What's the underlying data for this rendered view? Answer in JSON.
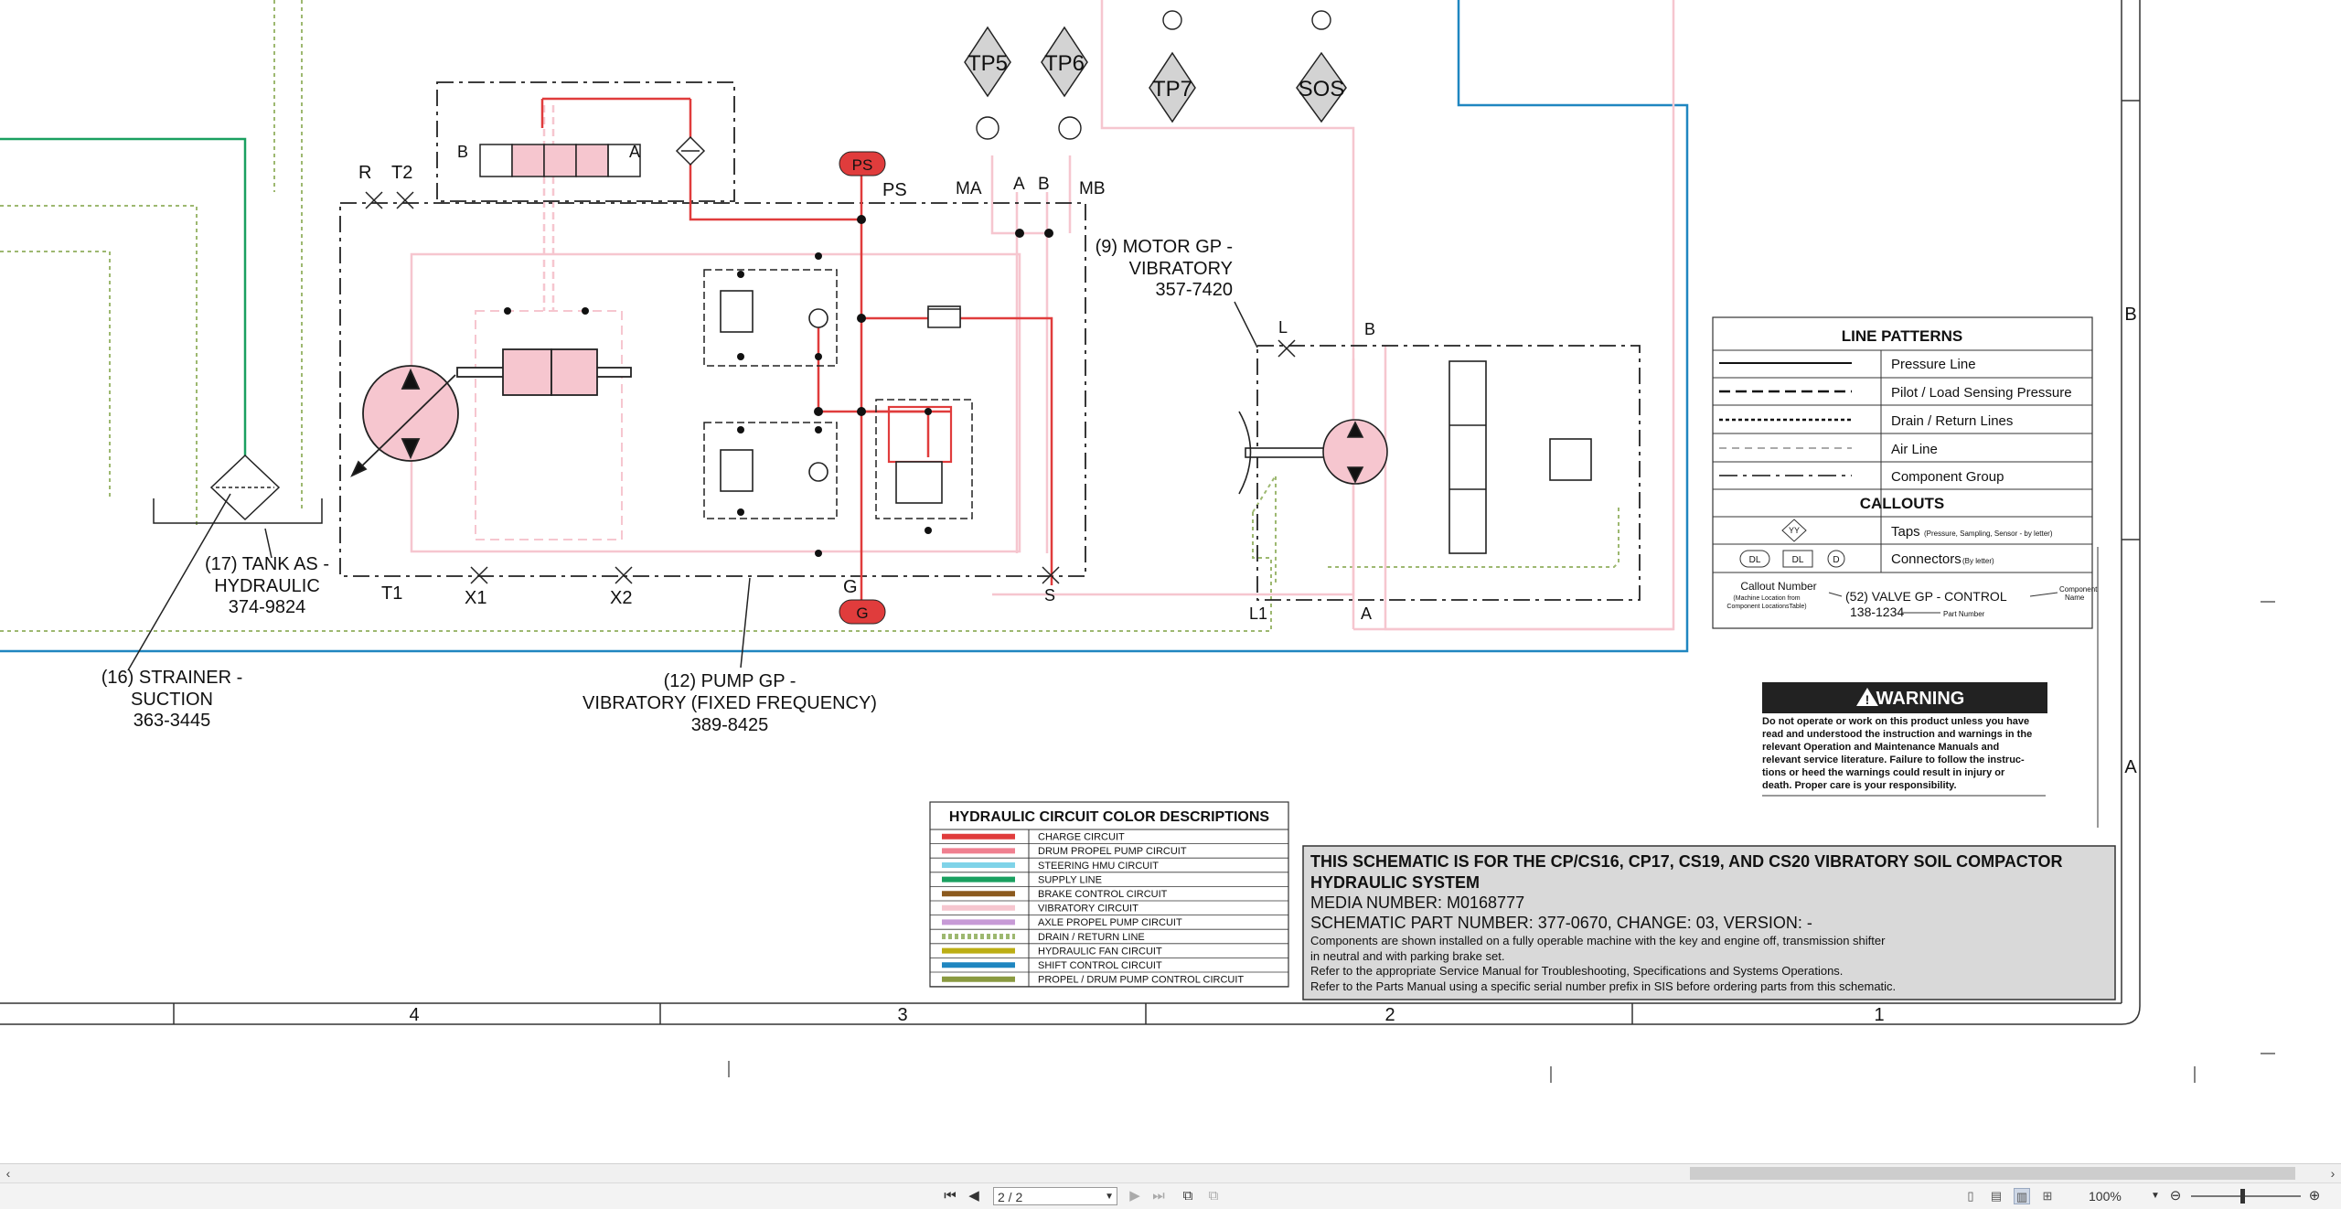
{
  "schematic": {
    "taps": [
      "TP5",
      "TP6",
      "TP7",
      "SOS"
    ],
    "ports": {
      "R": "R",
      "T2": "T2",
      "T1": "T1",
      "X1": "X1",
      "X2": "X2",
      "S": "S",
      "PS": "PS",
      "G": "G",
      "MA": "MA",
      "A": "A",
      "B": "B",
      "MB": "MB",
      "L": "L",
      "L1": "L1",
      "valve_B": "B",
      "valve_A": "A",
      "motor_B": "B",
      "motor_A": "A"
    },
    "components": {
      "motor": [
        "(9) MOTOR GP -",
        "VIBRATORY",
        "357-7420"
      ],
      "tank": [
        "(17) TANK AS -",
        "HYDRAULIC",
        "374-9824"
      ],
      "strainer": [
        "(16) STRAINER -",
        "SUCTION",
        "363-3445"
      ],
      "pump": [
        "(12) PUMP GP -",
        "VIBRATORY (FIXED FREQUENCY)",
        "389-8425"
      ]
    },
    "line_patterns": {
      "title": "LINE PATTERNS",
      "items": [
        "Pressure Line",
        "Pilot / Load Sensing Pressure",
        "Drain / Return Lines",
        "Air Line",
        "Component Group"
      ],
      "callouts_title": "CALLOUTS",
      "taps_label": "Taps",
      "taps_note": "(Pressure, Sampling, Sensor - by letter)",
      "tap_symbol": "YY",
      "connectors_label": "Connectors",
      "connectors_note": "(By letter)",
      "connector_symbols": [
        "DL",
        "DL",
        "D"
      ],
      "callout_number": "Callout Number",
      "callout_number_note1": "(Machine Location from",
      "callout_number_note2": "Component LocationsTable)",
      "example_name": "(52) VALVE GP - CONTROL",
      "example_part": "138-1234",
      "component_name": "Component",
      "component_name2": "Name",
      "part_number": "Part Number"
    },
    "warning": {
      "title": "WARNING",
      "lines": [
        "Do not operate or work on this product unless you have",
        "read and understood the instruction and warnings in the",
        "relevant Operation and Maintenance Manuals and",
        "relevant service literature. Failure to follow the instruc-",
        "tions or heed the warnings could result in injury or",
        "death. Proper care is your responsibility."
      ]
    },
    "color_table": {
      "title": "HYDRAULIC CIRCUIT COLOR DESCRIPTIONS",
      "rows": [
        {
          "label": "CHARGE CIRCUIT",
          "color": "#e03c3c",
          "style": "solid"
        },
        {
          "label": "DRUM PROPEL PUMP CIRCUIT",
          "color": "#f08090",
          "style": "solid"
        },
        {
          "label": "STEERING HMU CIRCUIT",
          "color": "#7fd3e8",
          "style": "solid"
        },
        {
          "label": "SUPPLY LINE",
          "color": "#1aa060",
          "style": "solid"
        },
        {
          "label": "BRAKE CONTROL CIRCUIT",
          "color": "#8c5a1e",
          "style": "solid"
        },
        {
          "label": "VIBRATORY CIRCUIT",
          "color": "#f6c6cf",
          "style": "solid"
        },
        {
          "label": "AXLE PROPEL PUMP CIRCUIT",
          "color": "#c79ad6",
          "style": "solid"
        },
        {
          "label": "DRAIN / RETURN LINE",
          "color": "#9db870",
          "style": "dotted"
        },
        {
          "label": "HYDRAULIC FAN CIRCUIT",
          "color": "#bcae14",
          "style": "solid"
        },
        {
          "label": "SHIFT CONTROL CIRCUIT",
          "color": "#1f86c0",
          "style": "solid"
        },
        {
          "label": "PROPEL / DRUM PUMP CONTROL CIRCUIT",
          "color": "#8a9a40",
          "style": "solid"
        }
      ]
    },
    "title_block": {
      "line1": "THIS SCHEMATIC IS FOR THE CP/CS16, CP17, CS19, AND CS20 VIBRATORY SOIL COMPACTOR",
      "line2": "HYDRAULIC SYSTEM",
      "line3": "MEDIA NUMBER: M0168777",
      "line4": "SCHEMATIC PART NUMBER: 377-0670, CHANGE: 03, VERSION: -",
      "line5": "Components are shown installed on a fully operable machine with the key and engine off, transmission shifter",
      "line6": "in neutral and with parking brake set.",
      "line7": "Refer to the appropriate Service Manual for Troubleshooting, Specifications and Systems Operations.",
      "line8": "Refer to the Parts Manual using a specific serial number prefix in SIS before ordering parts from this schematic."
    },
    "grid_columns": [
      "4",
      "3",
      "2",
      "1"
    ],
    "grid_rows": [
      "B",
      "A"
    ]
  },
  "viewer": {
    "page_field": "2 / 2",
    "zoom": "100%"
  },
  "colors": {
    "charge": "#e03c3c",
    "vibratory": "#f6c6cf",
    "supply": "#1aa060",
    "shift": "#1f86c0",
    "drain": "#9db870"
  }
}
